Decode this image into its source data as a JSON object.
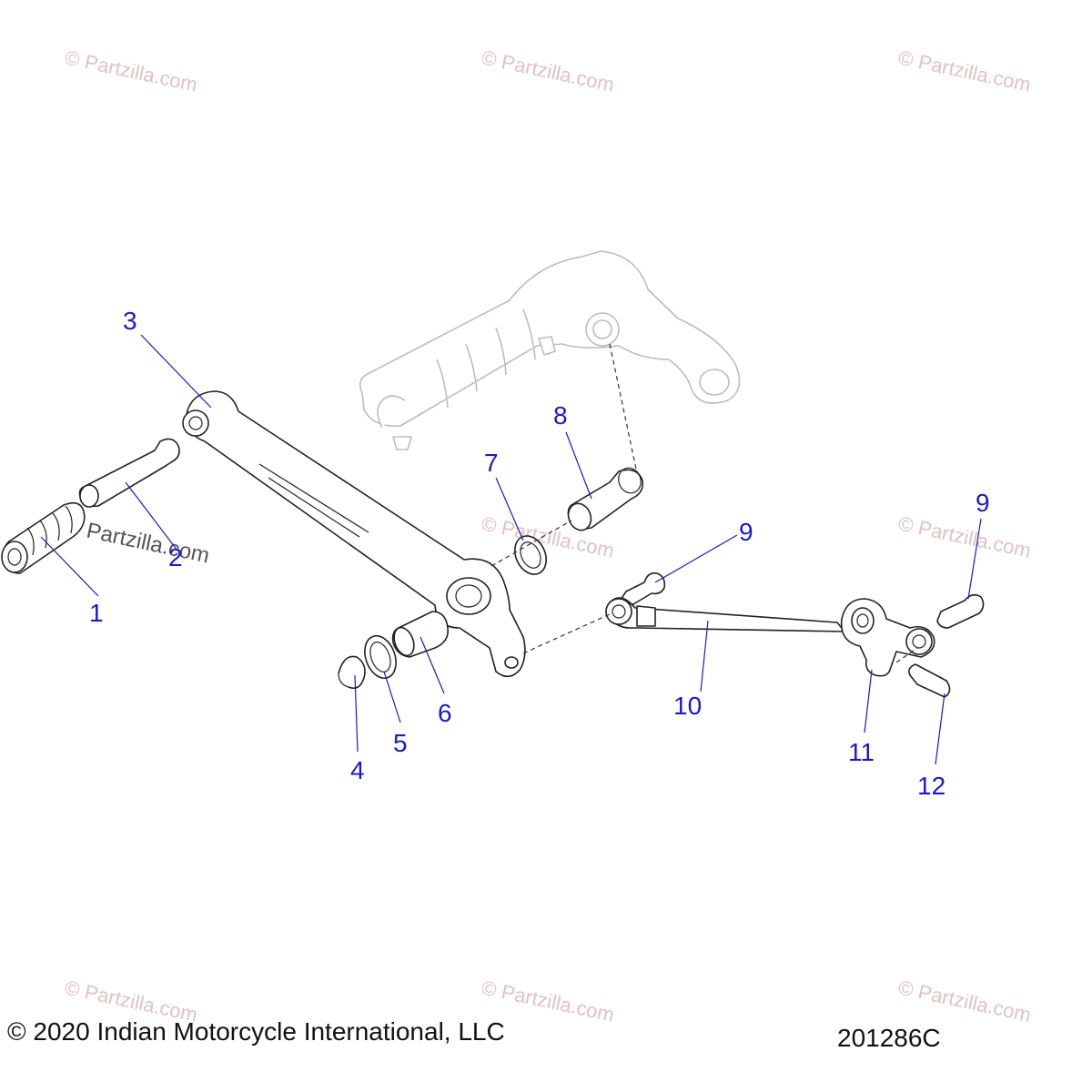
{
  "watermark_text": "© Partzilla.com",
  "callouts": [
    {
      "id": "callout-1",
      "label": "1"
    },
    {
      "id": "callout-2",
      "label": "2"
    },
    {
      "id": "callout-3",
      "label": "3"
    },
    {
      "id": "callout-4",
      "label": "4"
    },
    {
      "id": "callout-5",
      "label": "5"
    },
    {
      "id": "callout-6",
      "label": "6"
    },
    {
      "id": "callout-7",
      "label": "7"
    },
    {
      "id": "callout-8",
      "label": "8"
    },
    {
      "id": "callout-9a",
      "label": "9"
    },
    {
      "id": "callout-9b",
      "label": "9"
    },
    {
      "id": "callout-10",
      "label": "10"
    },
    {
      "id": "callout-11",
      "label": "11"
    },
    {
      "id": "callout-12",
      "label": "12"
    }
  ],
  "footer": {
    "copyright": "© 2020 Indian Motorcycle International, LLC",
    "drawing_number": "201286C"
  },
  "colors": {
    "callout": "#1a1acc",
    "watermark": "#e2c2c2",
    "line": "#222222",
    "ghost_part": "#bdbdbd"
  }
}
